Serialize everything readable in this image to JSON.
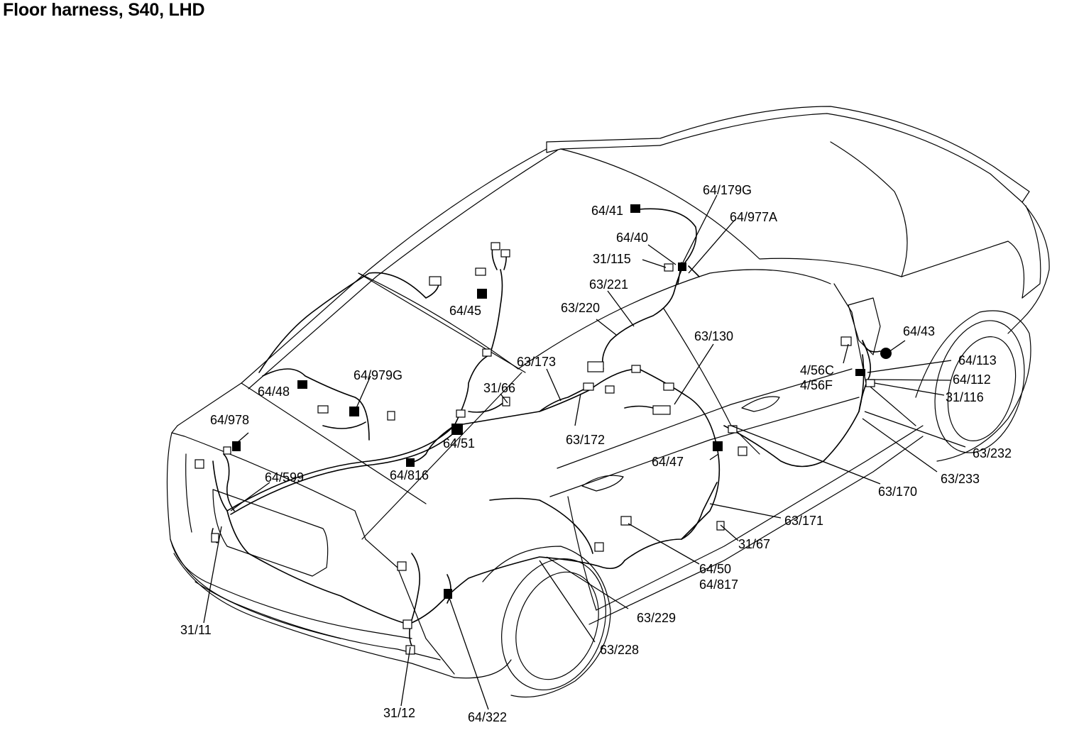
{
  "title": "Floor harness, S40, LHD",
  "labels": {
    "l_64_179G": "64/179G",
    "l_64_41": "64/41",
    "l_64_977A": "64/977A",
    "l_64_40": "64/40",
    "l_31_115": "31/115",
    "l_63_221": "63/221",
    "l_63_220": "63/220",
    "l_64_45": "64/45",
    "l_63_130": "63/130",
    "l_64_43": "64/43",
    "l_64_113": "64/113",
    "l_4_56C": "4/56C",
    "l_64_112": "64/112",
    "l_4_56F": "4/56F",
    "l_31_116": "31/116",
    "l_63_173": "63/173",
    "l_64_979G": "64/979G",
    "l_31_66": "31/66",
    "l_64_48": "64/48",
    "l_64_978": "64/978",
    "l_63_172": "63/172",
    "l_64_51": "64/51",
    "l_63_232": "63/232",
    "l_64_47": "64/47",
    "l_64_816": "64/816",
    "l_64_599": "64/599",
    "l_63_233": "63/233",
    "l_63_170": "63/170",
    "l_63_171": "63/171",
    "l_31_67": "31/67",
    "l_64_50": "64/50",
    "l_64_817": "64/817",
    "l_63_229": "63/229",
    "l_31_11": "31/11",
    "l_63_228": "63/228",
    "l_31_12": "31/12",
    "l_64_322": "64/322"
  }
}
